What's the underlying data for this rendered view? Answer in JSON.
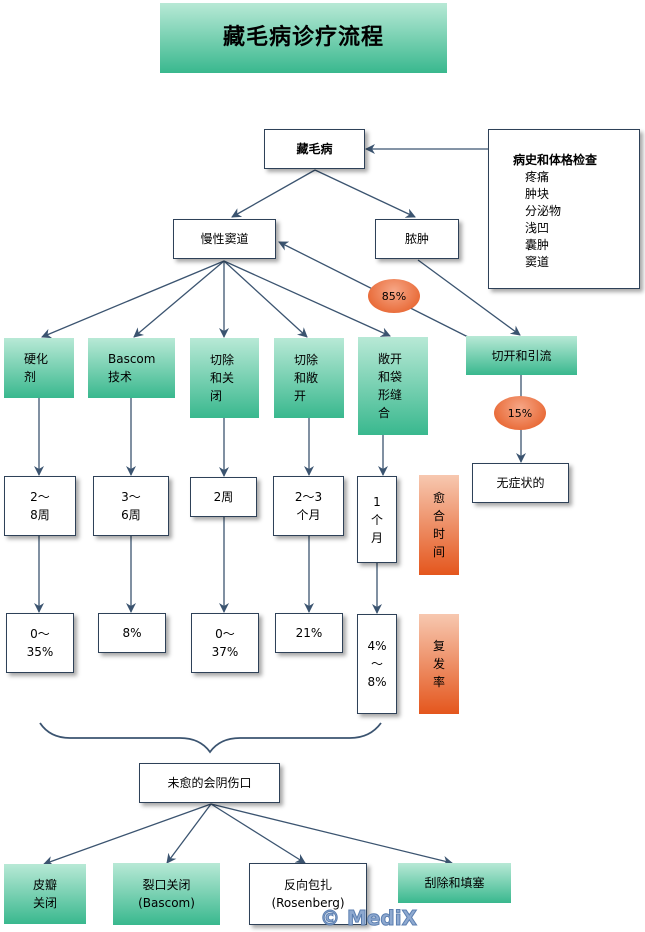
{
  "title": "藏毛病诊疗流程",
  "root": "藏毛病",
  "history": {
    "heading": "病史和体格检查",
    "items": [
      "疼痛",
      "肿块",
      "分泌物",
      "浅凹",
      "囊肿",
      "窦道"
    ]
  },
  "chronic_sinus": "慢性窦道",
  "abscess": "脓肿",
  "incision_drainage": "切开和引流",
  "asymptomatic": "无症状的",
  "percent_85": "85%",
  "percent_15": "15%",
  "treatments": [
    {
      "name": "硬化\n剂",
      "healing": "2～\n8周",
      "recurrence": "0～\n35%"
    },
    {
      "name": "Bascom\n技术",
      "healing": "3～\n6周",
      "recurrence": "8%"
    },
    {
      "name": "切除\n和关\n闭",
      "healing": "2周",
      "recurrence": "0～\n37%"
    },
    {
      "name": "切除\n和敞\n开",
      "healing": "2～3\n个月",
      "recurrence": "21%"
    },
    {
      "name": "敞开\n和袋\n形缝\n合",
      "healing": "1\n个\n月",
      "recurrence": "4%\n～\n8%"
    }
  ],
  "healing_time_label": "愈\n合\n时\n间",
  "recurrence_label": "复\n发\n率",
  "unhealed": "未愈的会阴伤口",
  "final_options": [
    "皮瓣\n关闭",
    "裂口关闭\n(Bascom)",
    "反向包扎\n(Rosenberg)",
    "刮除和填塞"
  ],
  "watermark": "© MediX",
  "colors": {
    "line": "#3b5470",
    "green_top": "#b8e9d6",
    "green_bottom": "#39b88e",
    "orange": "#e4561d"
  }
}
